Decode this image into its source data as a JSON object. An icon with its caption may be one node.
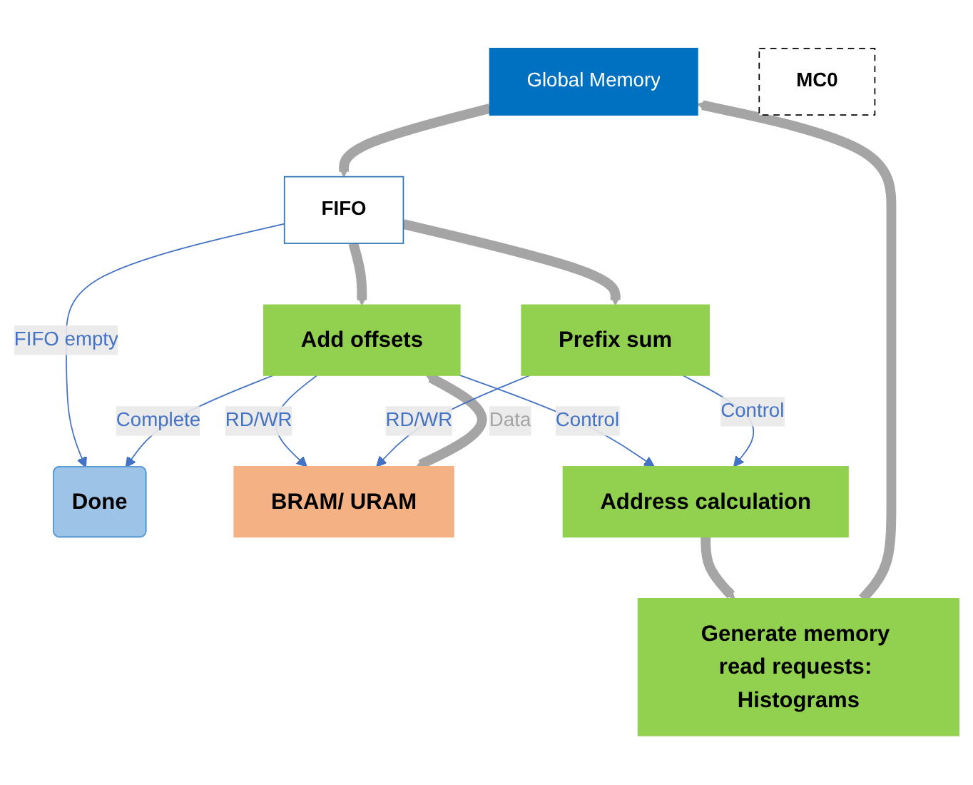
{
  "diagram": {
    "nodes": [
      {
        "text": [
          "Global Memory"
        ]
      },
      {
        "text": [
          "MC0"
        ]
      },
      {
        "text": [
          "FIFO"
        ]
      },
      {
        "text": [
          "Generate memory read requests: Histograms"
        ]
      },
      {
        "text": [
          "Done"
        ]
      },
      {
        "text": [
          "Add offsets"
        ]
      },
      {
        "text": [
          "Prefix sum"
        ]
      },
      {
        "text": [
          "BRAM/ URAM"
        ]
      },
      {
        "text": [
          "Address calculation"
        ]
      }
    ],
    "edges": [
      {
        "from": 0,
        "to": 2,
        "arrow": "to",
        "style": "thick",
        "color": "#a5a5a5"
      },
      {
        "from": 3,
        "to": 0,
        "arrow": "to",
        "style": "thick",
        "color": "#a5a5a5"
      },
      {
        "from": 2,
        "to": 4,
        "label": "FIFO empty",
        "arrow": "to",
        "color": "#4472c4"
      },
      {
        "from": 5,
        "to": 4,
        "label": "Complete",
        "arrow": "to",
        "color": "#4472c4"
      },
      {
        "from": 2,
        "to": 5,
        "arrow": "to",
        "style": "thick",
        "color": "#a5a5a5"
      },
      {
        "from": 2,
        "to": 6,
        "arrow": "to",
        "style": "thick",
        "color": "#a5a5a5"
      },
      {
        "from": 5,
        "to": 7,
        "label": "RD/WR",
        "arrow": "to",
        "color": "#4472c4"
      },
      {
        "from": 7,
        "to": 5,
        "label": "Data",
        "arrow": "both",
        "style": "thick",
        "color": "#a5a5a5"
      },
      {
        "from": 6,
        "to": 7,
        "label": "RD/WR",
        "arrow": "to",
        "color": "#4472c4"
      },
      {
        "from": 5,
        "to": 8,
        "label": "Control",
        "arrow": "to",
        "color": "#4472c4"
      },
      {
        "from": 6,
        "to": 8,
        "label": "Control",
        "arrow": "to",
        "color": "#4472c4"
      },
      {
        "from": 8,
        "to": 3,
        "arrow": "to",
        "style": "thick",
        "color": "#a5a5a5"
      }
    ]
  }
}
